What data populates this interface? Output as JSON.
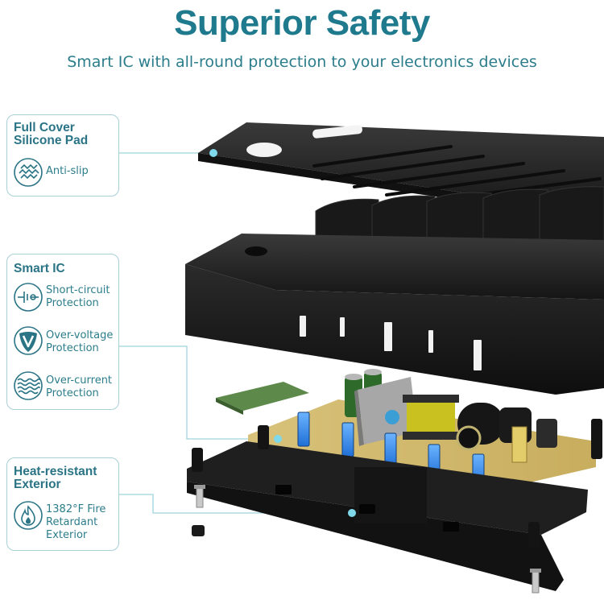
{
  "header": {
    "title": "Superior Safety",
    "subtitle": "Smart IC with all-round protection to your electronics devices"
  },
  "colors": {
    "accent": "#1e7a8c",
    "card_border": "#a9cfd6",
    "product_black": "#1c1c1c"
  },
  "cards": {
    "silicone": {
      "heading": "Full Cover\nSilicone Pad",
      "feature": {
        "icon": "anti-slip-icon",
        "text": "Anti-slip"
      }
    },
    "smart_ic": {
      "heading": "Smart IC",
      "features": [
        {
          "icon": "short-circuit-icon",
          "text": "Short-circuit\nProtection"
        },
        {
          "icon": "over-voltage-icon",
          "text": "Over-voltage\nProtection"
        },
        {
          "icon": "over-current-icon",
          "text": "Over-current\nProtection"
        }
      ]
    },
    "heat": {
      "heading": "Heat-resistant\nExterior",
      "feature": {
        "icon": "fire-retardant-icon",
        "text": "1382°F Fire\nRetardant\nExterior"
      }
    }
  }
}
